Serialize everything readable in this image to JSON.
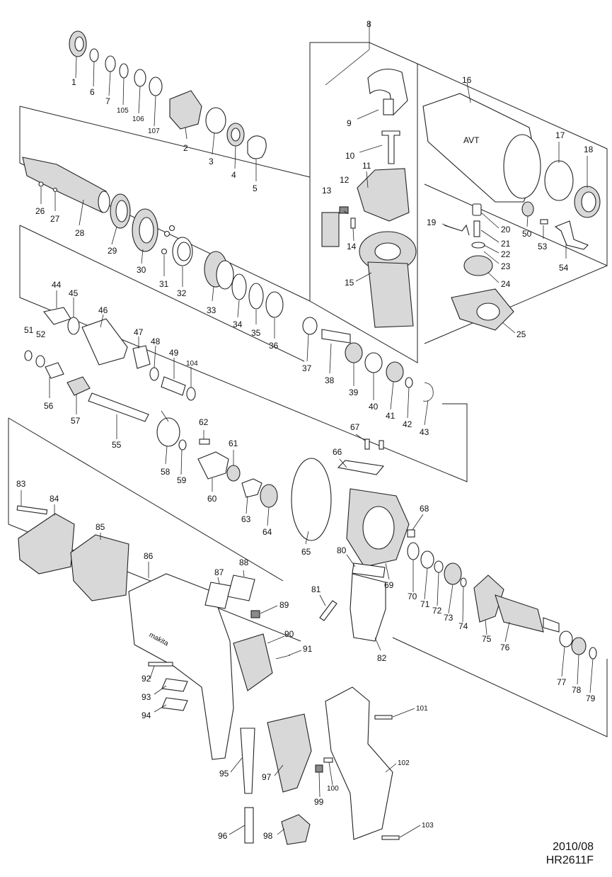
{
  "footer": {
    "date": "2010/08",
    "model": "HR2611F"
  },
  "parts": [
    "1",
    "2",
    "3",
    "4",
    "5",
    "6",
    "7",
    "8",
    "9",
    "10",
    "11",
    "12",
    "13",
    "14",
    "15",
    "16",
    "17",
    "18",
    "19",
    "20",
    "21",
    "22",
    "23",
    "24",
    "25",
    "26",
    "27",
    "28",
    "29",
    "30",
    "31",
    "32",
    "33",
    "34",
    "35",
    "36",
    "37",
    "38",
    "39",
    "40",
    "41",
    "42",
    "43",
    "44",
    "45",
    "46",
    "47",
    "48",
    "49",
    "50",
    "51",
    "52",
    "53",
    "54",
    "55",
    "56",
    "57",
    "58",
    "59",
    "60",
    "61",
    "62",
    "63",
    "64",
    "65",
    "66",
    "67",
    "68",
    "69",
    "70",
    "71",
    "72",
    "73",
    "74",
    "75",
    "76",
    "77",
    "78",
    "79",
    "80",
    "81",
    "82",
    "83",
    "84",
    "85",
    "86",
    "87",
    "88",
    "89",
    "90",
    "91",
    "92",
    "93",
    "94",
    "95",
    "96",
    "97",
    "98",
    "99",
    "100",
    "101",
    "102",
    "103",
    "104",
    "105",
    "106",
    "107"
  ],
  "markings": {
    "housing_brand": "makita",
    "gear_housing_badge": "AVT"
  }
}
